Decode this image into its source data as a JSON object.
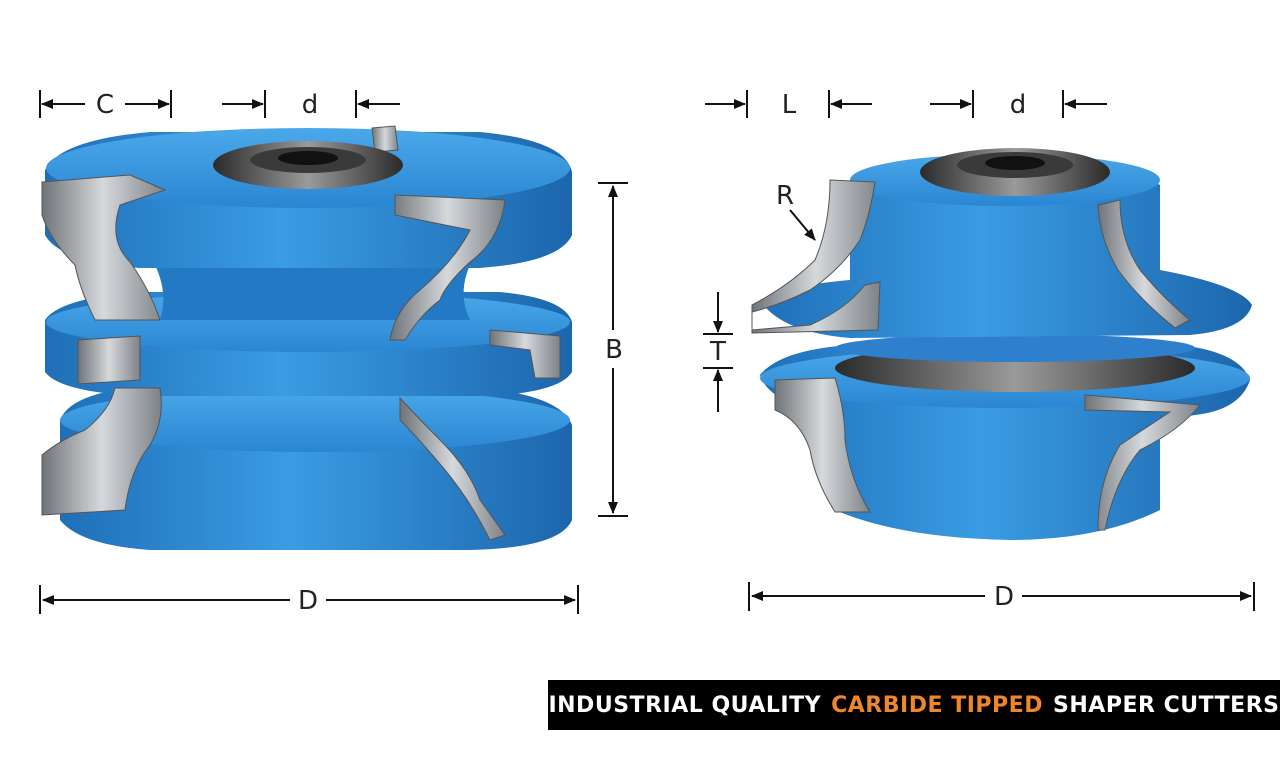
{
  "left_cutter": {
    "label_c": "C",
    "label_d": "d",
    "label_b": "B",
    "label_D": "D"
  },
  "right_cutter": {
    "label_l": "L",
    "label_d": "d",
    "label_r": "R",
    "label_t": "T",
    "label_D": "D"
  },
  "banner": {
    "part1": "INDUSTRIAL QUALITY",
    "part2": "CARBIDE TIPPED",
    "part3": "SHAPER CUTTERS"
  },
  "colors": {
    "body_blue": "#2e8fd9",
    "body_blue_dark": "#1f6fb8",
    "carbide_gray": "#b8bcc0",
    "hub_dark": "#333333",
    "banner_bg": "#000000",
    "banner_highlight": "#f0862a"
  }
}
